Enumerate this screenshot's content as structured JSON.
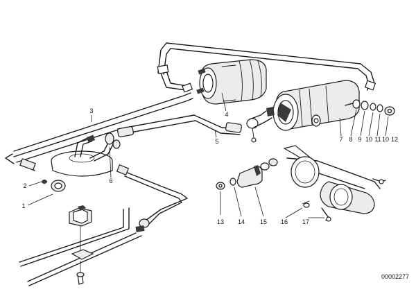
{
  "diagram_code": "00002277",
  "callouts": [
    {
      "id": "c1",
      "label": "1"
    },
    {
      "id": "c2",
      "label": "2"
    },
    {
      "id": "c3",
      "label": "3"
    },
    {
      "id": "c4",
      "label": "4"
    },
    {
      "id": "c5",
      "label": "5"
    },
    {
      "id": "c6",
      "label": "6"
    },
    {
      "id": "c7",
      "label": "7"
    },
    {
      "id": "c8",
      "label": "8"
    },
    {
      "id": "c9",
      "label": "9"
    },
    {
      "id": "c10a",
      "label": "10"
    },
    {
      "id": "c11",
      "label": "11"
    },
    {
      "id": "c10b",
      "label": "10"
    },
    {
      "id": "c12",
      "label": "12"
    },
    {
      "id": "c13",
      "label": "13"
    },
    {
      "id": "c14",
      "label": "14"
    },
    {
      "id": "c15",
      "label": "15"
    },
    {
      "id": "c16",
      "label": "16"
    },
    {
      "id": "c17",
      "label": "17"
    }
  ]
}
